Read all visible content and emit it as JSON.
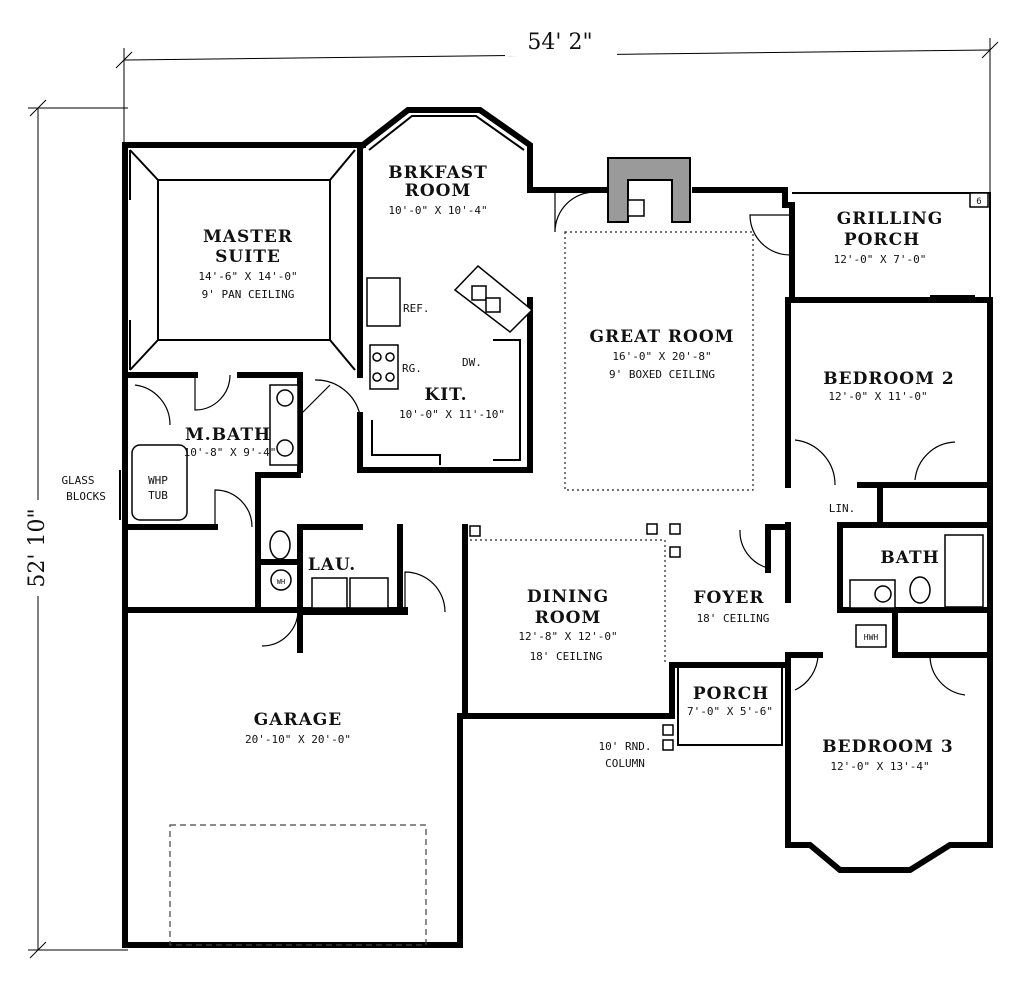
{
  "dimensions": {
    "overall_width": "54' 2\"",
    "overall_depth": "52' 10\""
  },
  "rooms": {
    "breakfast": {
      "name_line1": "BRKFAST",
      "name_line2": "ROOM",
      "size": "10'-0\" X 10'-4\""
    },
    "master": {
      "name_line1": "MASTER",
      "name_line2": "SUITE",
      "size": "14'-6\" X 14'-0\"",
      "note": "9' PAN CEILING"
    },
    "grilling": {
      "name_line1": "GRILLING",
      "name_line2": "PORCH",
      "size": "12'-0\" X 7'-0\""
    },
    "great": {
      "name": "GREAT ROOM",
      "size": "16'-0\" X 20'-8\"",
      "note": "9' BOXED CEILING"
    },
    "bedroom2": {
      "name": "BEDROOM 2",
      "size": "12'-0\" X 11'-0\""
    },
    "kitchen": {
      "name": "KIT.",
      "size": "10'-0\" X 11'-10\""
    },
    "mbath": {
      "name": "M.BATH",
      "size": "10'-8\" X 9'-4\""
    },
    "bath": {
      "name": "BATH"
    },
    "laundry": {
      "name": "LAU."
    },
    "dining": {
      "name_line1": "DINING",
      "name_line2": "ROOM",
      "size": "12'-8\" X 12'-0\"",
      "note": "18' CEILING"
    },
    "foyer": {
      "name": "FOYER",
      "note": "18' CEILING"
    },
    "porch": {
      "name": "PORCH",
      "size": "7'-0\" X 5'-6\""
    },
    "garage": {
      "name": "GARAGE",
      "size": "20'-10\" X 20'-0\""
    },
    "bedroom3": {
      "name": "BEDROOM 3",
      "size": "12'-0\" X 13'-4\""
    }
  },
  "labels": {
    "ref": "REF.",
    "range": "RG.",
    "dishwasher": "DW.",
    "whirlpool_line1": "WHP",
    "whirlpool_line2": "TUB",
    "glass_line1": "GLASS",
    "glass_line2": "BLOCKS",
    "linen": "LIN.",
    "hwh": "HWH",
    "wh": "WH",
    "column_line1": "10' RND.",
    "column_line2": "COLUMN",
    "sheet_mark": "6"
  },
  "colors": {
    "ink": "#000000",
    "paper": "#ffffff",
    "fireplace_fill": "#9a9a9a"
  }
}
